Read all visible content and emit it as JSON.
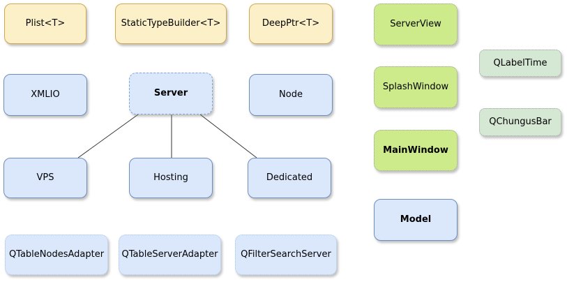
{
  "palette": {
    "background": "#ffffff",
    "yellow_fill": "#fcf0c8",
    "yellow_border": "#d2a74f",
    "blue_fill": "#dbe8fc",
    "blue_border": "#6c8ebf",
    "blue_dashed_border": "#7ea6d8",
    "blue_dotted_border": "#a8c4e5",
    "lime_fill": "#cdeb8b",
    "pale_green_fill": "#d5e8d4",
    "gray_dotted_border": "#9e9e9e",
    "edge_color": "#333333",
    "text_color": "#000000"
  },
  "nodes": {
    "plist": {
      "label": "Plist<T>"
    },
    "static_type_builder": {
      "label": "StaticTypeBuilder<T>"
    },
    "deep_ptr": {
      "label": "DeepPtr<T>"
    },
    "xmlio": {
      "label": "XMLIO"
    },
    "server": {
      "label": "Server"
    },
    "node": {
      "label": "Node"
    },
    "vps": {
      "label": "VPS"
    },
    "hosting": {
      "label": "Hosting"
    },
    "dedicated": {
      "label": "Dedicated"
    },
    "qtable_nodes_adapter": {
      "label": "QTableNodesAdapter"
    },
    "qtable_server_adapter": {
      "label": "QTableServerAdapter"
    },
    "qfilter_search_server": {
      "label": "QFilterSearchServer"
    },
    "server_view": {
      "label": "ServerView"
    },
    "splash_window": {
      "label": "SplashWindow"
    },
    "main_window": {
      "label": "MainWindow"
    },
    "model": {
      "label": "Model"
    },
    "qlabel_time": {
      "label": "QLabelTime"
    },
    "qchungus_bar": {
      "label": "QChungusBar"
    }
  },
  "edges": [
    {
      "from": "server",
      "to": "vps"
    },
    {
      "from": "server",
      "to": "hosting"
    },
    {
      "from": "server",
      "to": "dedicated"
    }
  ]
}
